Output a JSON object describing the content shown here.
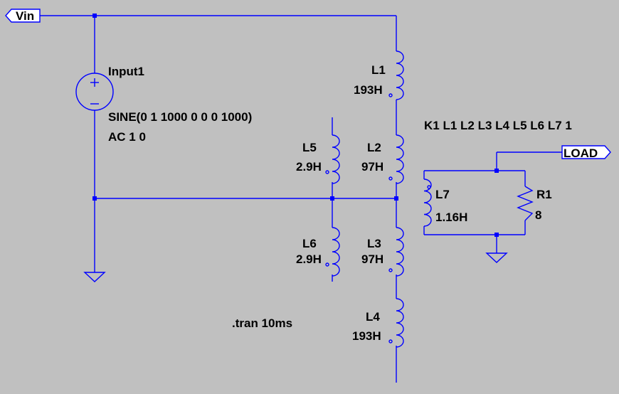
{
  "ports": {
    "vin": "Vin",
    "load": "LOAD"
  },
  "source": {
    "name": "Input1",
    "value": "SINE(0 1 1000 0 0 0 1000)",
    "ac": "AC 1 0"
  },
  "inductors": {
    "L1": {
      "name": "L1",
      "value": "193H"
    },
    "L2": {
      "name": "L2",
      "value": "97H"
    },
    "L3": {
      "name": "L3",
      "value": "97H"
    },
    "L4": {
      "name": "L4",
      "value": "193H"
    },
    "L5": {
      "name": "L5",
      "value": "2.9H"
    },
    "L6": {
      "name": "L6",
      "value": "2.9H"
    },
    "L7": {
      "name": "L7",
      "value": "1.16H"
    }
  },
  "resistor": {
    "name": "R1",
    "value": "8"
  },
  "directives": {
    "coupling": "K1 L1 L2 L3 L4 L5 L6 L7 1",
    "tran": ".tran 10ms"
  }
}
